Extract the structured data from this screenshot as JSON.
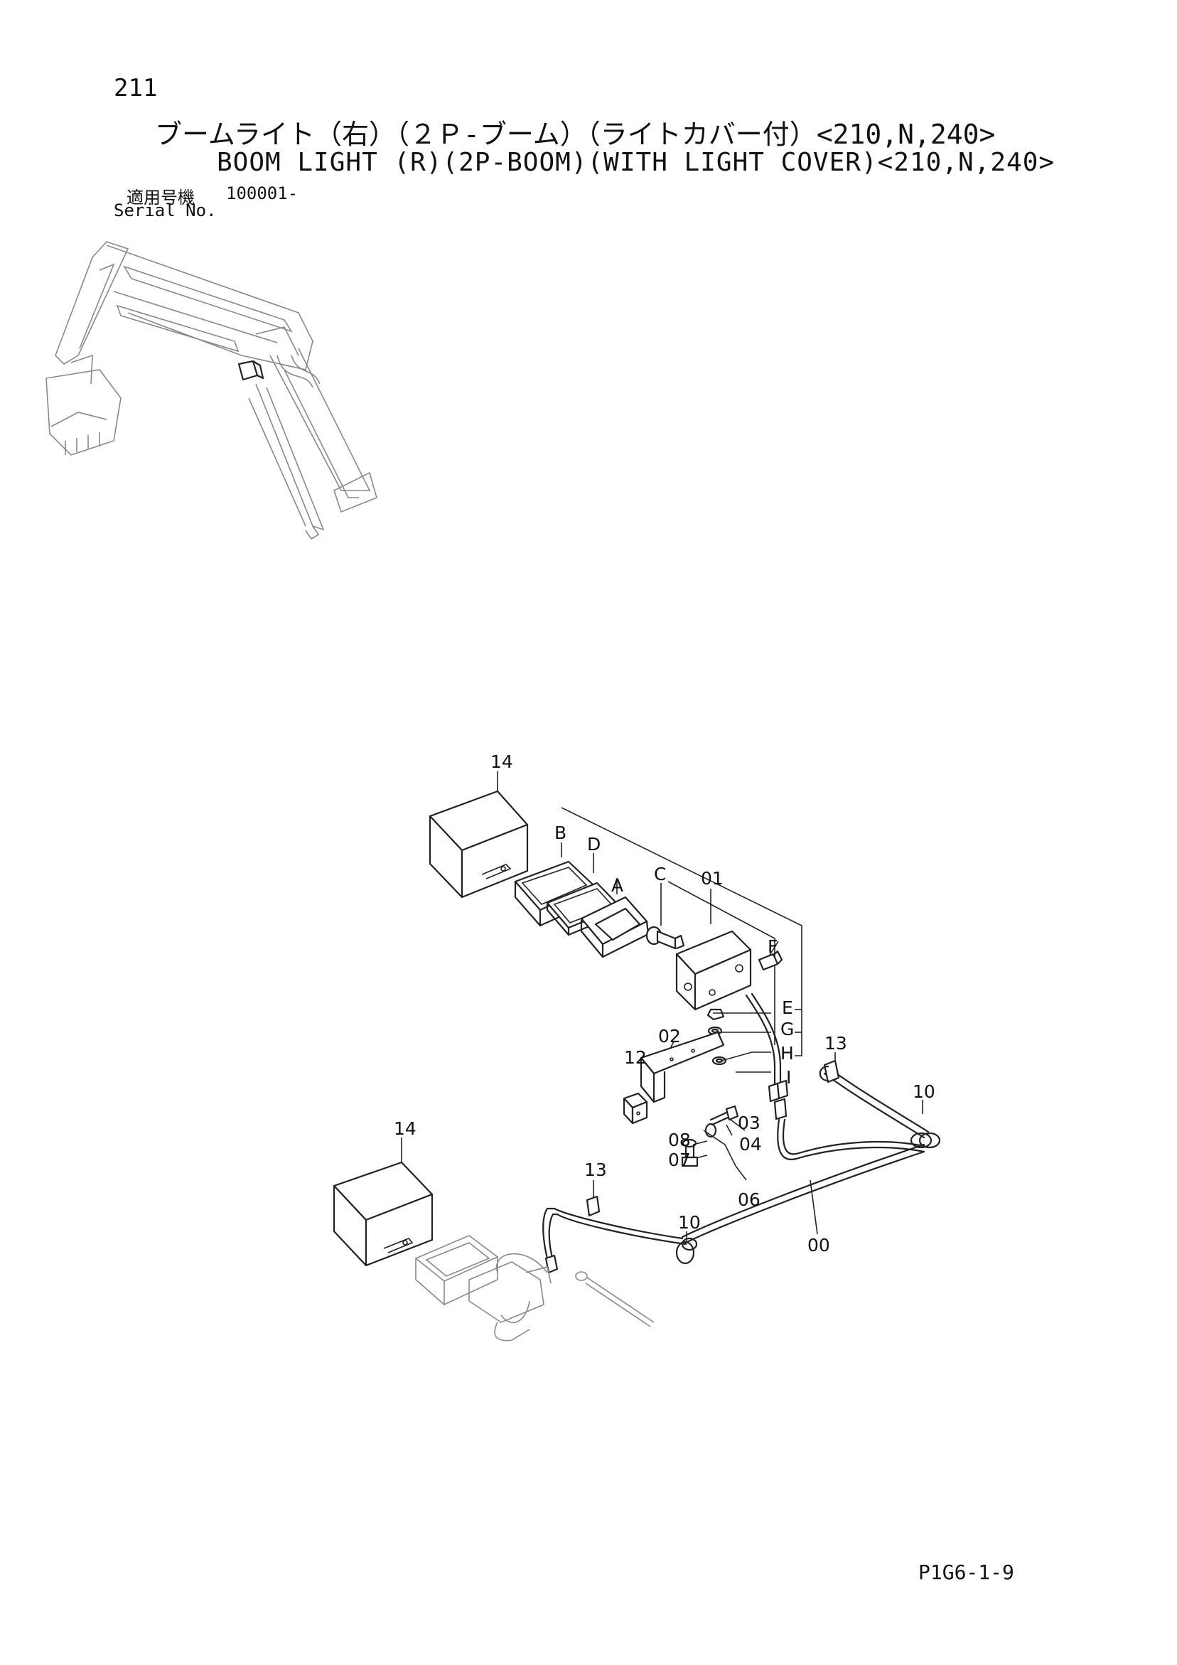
{
  "header": {
    "page_number": "211",
    "title_jp": "ブームライト（右）（２Ｐ-ブーム）（ライトカバー付）<210,N,240>",
    "title_en": "BOOM LIGHT (R)(2P-BOOM)(WITH LIGHT COVER)<210,N,240>",
    "serial_label_jp": "適用号機",
    "serial_value": "100001-",
    "serial_label_en": "Serial No."
  },
  "callouts": {
    "c14a": "14",
    "cB": "B",
    "cD": "D",
    "cA": "A",
    "cC": "C",
    "c01": "01",
    "cF": "F",
    "cE": "E",
    "cG": "G",
    "cH": "H",
    "cI": "I",
    "c02": "02",
    "c12": "12",
    "c13a": "13",
    "c10a": "10",
    "c03": "03",
    "c04": "04",
    "c08": "08",
    "c07": "07",
    "c06": "06",
    "c14b": "14",
    "c13b": "13",
    "c10b": "10",
    "c00": "00"
  },
  "footer": {
    "code": "P1G6-1-9"
  }
}
